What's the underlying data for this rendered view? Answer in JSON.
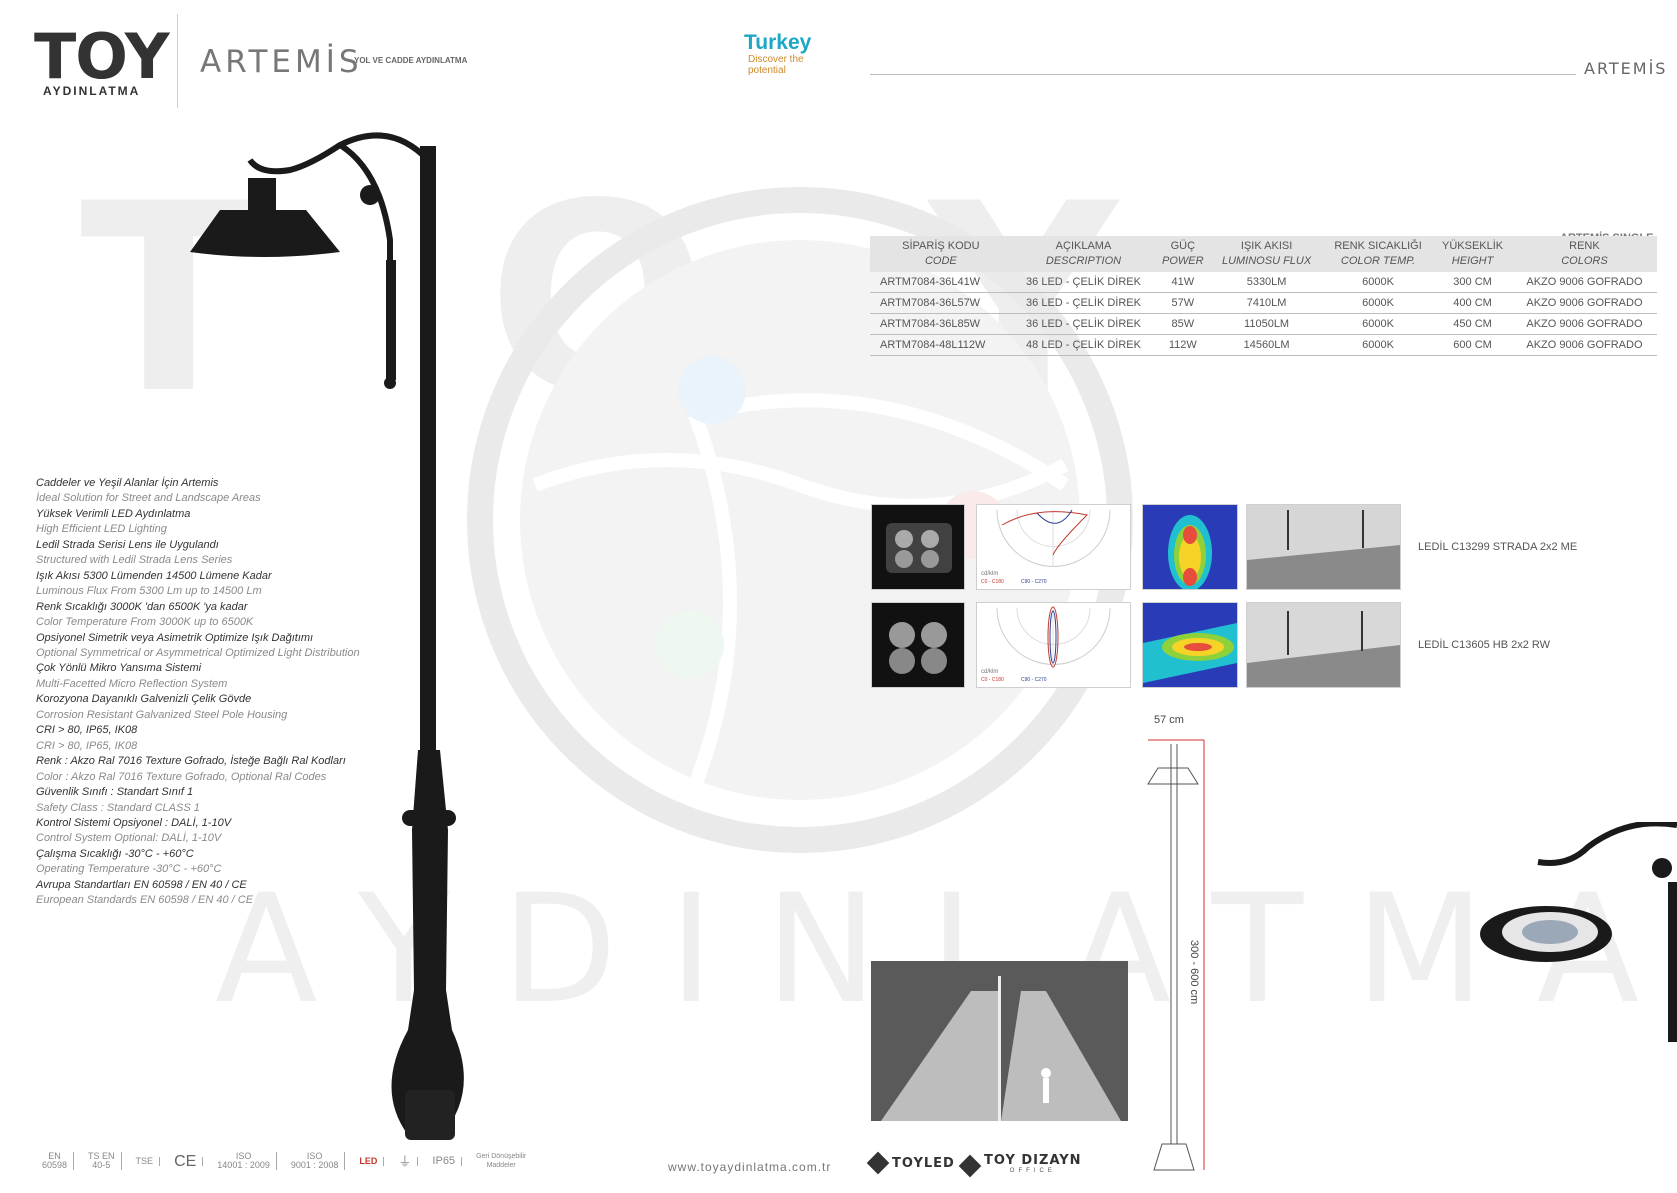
{
  "header": {
    "logo_main": "TOY",
    "logo_sub": "AYDINLATMA",
    "product_name": "ARTEMİS",
    "product_category": "YOL VE CADDE AYDINLATMA",
    "turkey_title": "Turkey",
    "turkey_tagline": "Discover the potential",
    "header_right": "ARTEMİS"
  },
  "watermark": {
    "toy": "TOY",
    "aydinlatma": "AYDINLATMA"
  },
  "spec_table": {
    "colors_header_top": "ARTEMİS SINGLE",
    "headers": [
      {
        "tr": "SİPARİŞ KODU",
        "en": "CODE"
      },
      {
        "tr": "AÇIKLAMA",
        "en": "DESCRIPTION"
      },
      {
        "tr": "GÜÇ",
        "en": "POWER"
      },
      {
        "tr": "IŞIK AKISI",
        "en": "LUMINOSU FLUX"
      },
      {
        "tr": "RENK SICAKLIĞI",
        "en": "COLOR TEMP."
      },
      {
        "tr": "YÜKSEKLİK",
        "en": "HEIGHT"
      },
      {
        "tr": "RENK",
        "en": "COLORS"
      }
    ],
    "rows": [
      [
        "ARTM7084-36L41W",
        "36 LED - ÇELİK DİREK",
        "41W",
        "5330LM",
        "6000K",
        "300 CM",
        "AKZO 9006 GOFRADO"
      ],
      [
        "ARTM7084-36L57W",
        "36 LED - ÇELİK DİREK",
        "57W",
        "7410LM",
        "6000K",
        "400 CM",
        "AKZO 9006 GOFRADO"
      ],
      [
        "ARTM7084-36L85W",
        "36 LED - ÇELİK DİREK",
        "85W",
        "11050LM",
        "6000K",
        "450 CM",
        "AKZO 9006 GOFRADO"
      ],
      [
        "ARTM7084-48L112W",
        "48 LED - ÇELİK DİREK",
        "112W",
        "14560LM",
        "6000K",
        "600 CM",
        "AKZO 9006 GOFRADO"
      ]
    ]
  },
  "features": [
    {
      "tr": "Caddeler ve Yeşil Alanlar İçin Artemis",
      "en": "İdeal Solution for Street and Landscape Areas"
    },
    {
      "tr": "Yüksek Verimli LED Aydınlatma",
      "en": "High Efficient LED Lighting"
    },
    {
      "tr": "Ledil Strada Serisi Lens ile Uygulandı",
      "en": "Structured with Ledil Strada Lens Series"
    },
    {
      "tr": "Işık Akısı 5300 Lümenden 14500 Lümene Kadar",
      "en": "Luminous Flux From 5300 Lm up to 14500 Lm"
    },
    {
      "tr": "Renk Sıcaklığı 3000K 'dan 6500K 'ya kadar",
      "en": "Color Temperature From 3000K up to 6500K"
    },
    {
      "tr": "Opsiyonel Simetrik veya Asimetrik Optimize Işık Dağıtımı",
      "en": "Optional Symmetrical or Asymmetrical Optimized Light Distribution"
    },
    {
      "tr": "Çok Yönlü Mikro Yansıma Sistemi",
      "en": "Multi-Facetted Micro Reflection System"
    },
    {
      "tr": "Korozyona Dayanıklı Galvenizli Çelik Gövde",
      "en": "Corrosion Resistant Galvanized Steel Pole Housing"
    },
    {
      "tr": "CRI > 80, IP65, IK08",
      "en": "CRI > 80, IP65, IK08"
    },
    {
      "tr": "Renk : Akzo Ral 7016 Texture Gofrado, İsteğe Bağlı Ral Kodları",
      "en": "Color : Akzo Ral 7016 Texture Gofrado, Optional Ral Codes"
    },
    {
      "tr": "Güvenlik Sınıfı : Standart Sınıf 1",
      "en": "Safety Class : Standard CLASS 1"
    },
    {
      "tr": "Kontrol Sistemi Opsiyonel : DALİ, 1-10V",
      "en": "Control System Optional: DALİ, 1-10V"
    },
    {
      "tr": "Çalışma Sıcaklığı  -30°C - +60°C",
      "en": "Operating Temperature -30°C - +60°C"
    },
    {
      "tr": "Avrupa Standartları EN 60598 / EN 40 / CE",
      "en": "European Standards EN 60598 / EN 40 / CE"
    }
  ],
  "optics": {
    "lens1_label": "LEDİL C13299 STRADA 2x2 ME",
    "lens2_label": "LEDİL C13605 HB 2x2 RW",
    "polar_unit": "cd/klm",
    "polar_legend1": "C0 - C180",
    "polar_legend2": "C90 - C270"
  },
  "dimensions": {
    "width": "57 cm",
    "height": "300 - 600 cm"
  },
  "certifications": [
    {
      "top": "EN",
      "bottom": "60598"
    },
    {
      "top": "TS EN",
      "bottom": "40-5"
    },
    {
      "top": "TSE",
      "bottom": ""
    },
    {
      "top": "CE",
      "bottom": ""
    },
    {
      "top": "ISO",
      "bottom": "14001 : 2009"
    },
    {
      "top": "ISO",
      "bottom": "9001 : 2008"
    },
    {
      "top": "LED",
      "bottom": ""
    },
    {
      "top": "⏚",
      "bottom": ""
    },
    {
      "top": "IP65",
      "bottom": ""
    },
    {
      "top": "Geri Dönüşebilir",
      "bottom": "Maddeler"
    }
  ],
  "footer": {
    "website": "www.toyaydinlatma.com.tr",
    "brand1": "TOYLED",
    "brand2": "TOY DIZAYN",
    "brand2_sub": "OFFICE"
  },
  "colors": {
    "accent_text": "#444444",
    "turkey_blue": "#1da7c4",
    "turkey_orange": "#d08a2b"
  }
}
